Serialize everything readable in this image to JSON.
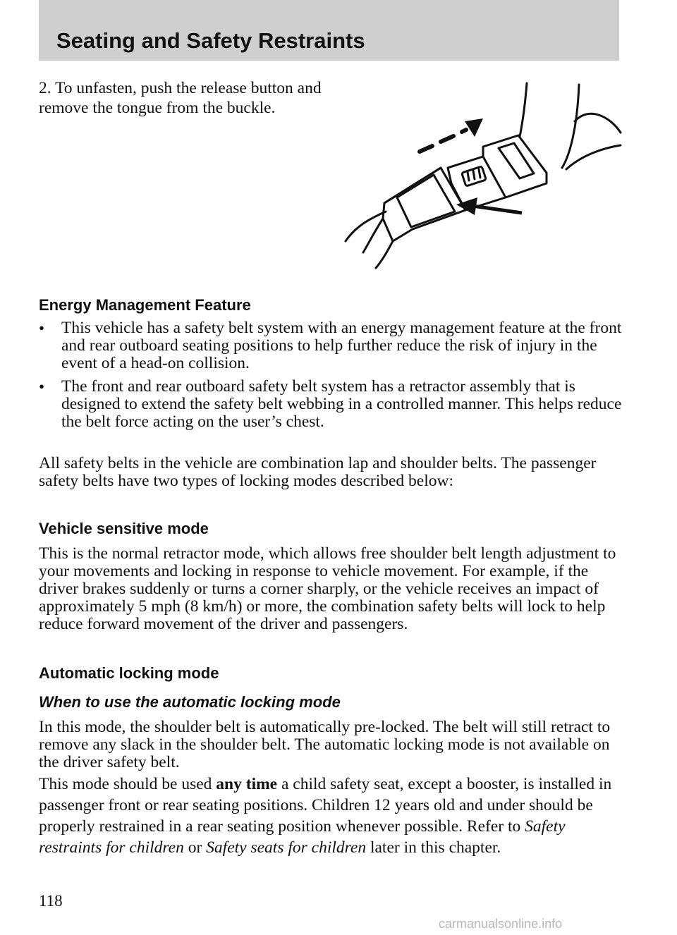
{
  "header": {
    "title": "Seating and Safety Restraints"
  },
  "intro": {
    "text": "2. To unfasten, push the release button and remove the tongue from the buckle."
  },
  "figure": {
    "icon": "seatbelt-buckle-release-illustration"
  },
  "energy": {
    "heading": "Energy Management Feature",
    "bullets": [
      "This vehicle has a safety belt system with an energy management feature at the front and rear outboard seating positions to help further reduce the risk of injury in the event of a head-on collision.",
      "The front and rear outboard safety belt system has a retractor assembly that is designed to extend the safety belt webbing in a controlled manner. This helps reduce the belt force acting on the user’s chest."
    ],
    "para": "All safety belts in the vehicle are combination lap and shoulder belts. The passenger safety belts have two types of locking modes described below:"
  },
  "vehicle_sensitive": {
    "heading": "Vehicle sensitive mode",
    "para": "This is the normal retractor mode, which allows free shoulder belt length adjustment to your movements and locking in response to vehicle movement. For example, if the driver brakes suddenly or turns a corner sharply, or the vehicle receives an impact of approximately 5 mph (8 km/h) or more, the combination safety belts will lock to help reduce forward movement of the driver and passengers."
  },
  "automatic": {
    "heading": "Automatic locking mode",
    "subheading": "When to use the automatic locking mode",
    "para1": "In this mode, the shoulder belt is automatically pre-locked. The belt will still retract to remove any slack in the shoulder belt. The automatic locking mode is not available on the driver safety belt.",
    "para2_start": "This mode should be used ",
    "para2_bold": "any time",
    "para2_mid": " a child safety seat, except a booster, is installed in passenger front or rear seating positions. Children 12 years old and under should be properly restrained in a rear seating position whenever possible. Refer to ",
    "para2_italic1": "Safety restraints for children",
    "para2_or": " or ",
    "para2_italic2": "Safety seats for children",
    "para2_end": " later in this chapter."
  },
  "footer": {
    "page_number": "118",
    "watermark": "carmanualsonline.info"
  }
}
